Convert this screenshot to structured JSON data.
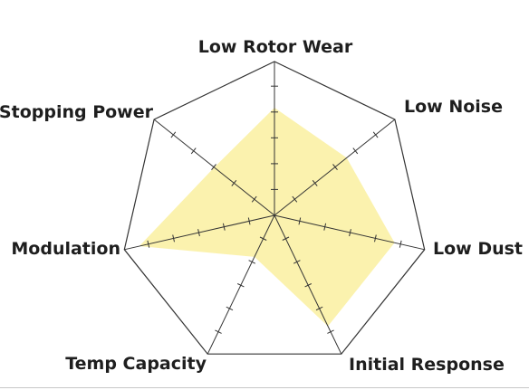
{
  "chart_data": {
    "type": "radar",
    "axes": [
      "Low Rotor Wear",
      "Low Noise",
      "Low Dust",
      "Initial Response",
      "Temp Capacity",
      "Modulation",
      "Stopping Power"
    ],
    "values": [
      7,
      6,
      8,
      8,
      3,
      9,
      5
    ],
    "range": [
      0,
      10
    ],
    "ticks_per_axis": 5,
    "grid": false,
    "area_color": "#faf0a0",
    "frame_color": "#333333",
    "text_color": "#1e1e1e"
  }
}
